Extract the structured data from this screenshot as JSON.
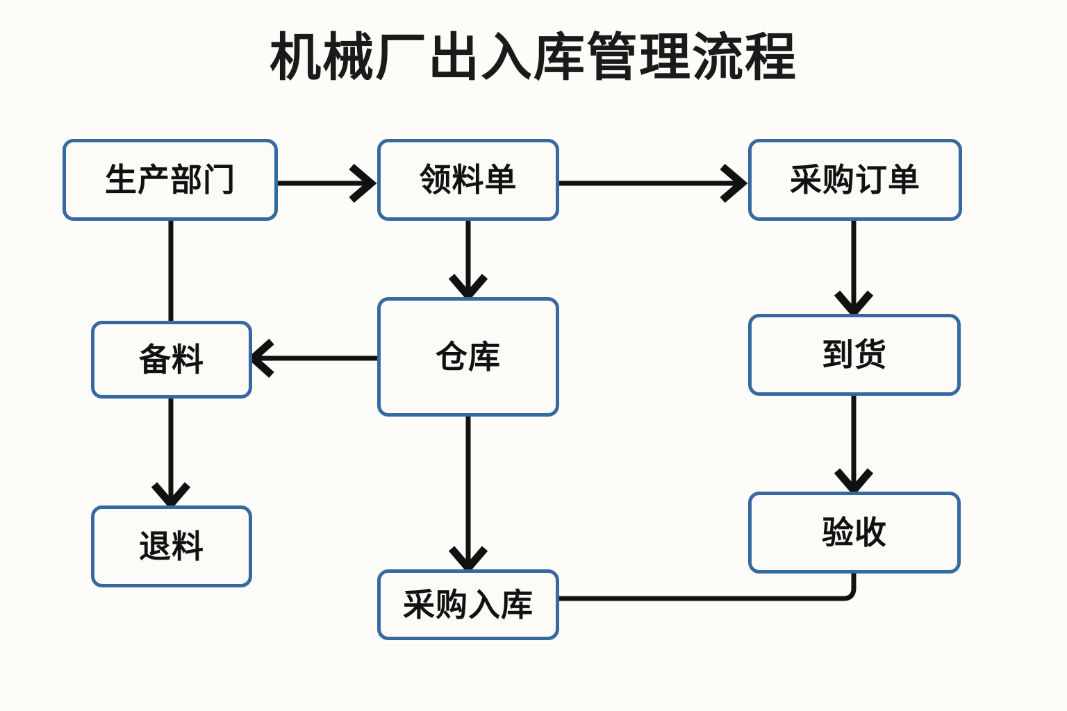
{
  "diagram": {
    "title": "机械厂出入库管理流程",
    "background_color": "#fdfcf9",
    "node_border_color": "#36699f",
    "node_fill_color": "#fcfbf8",
    "edge_color": "#111111",
    "type": "flowchart",
    "nodes": [
      {
        "id": "production-dept",
        "label": "生产部门",
        "column": "left",
        "row": 1
      },
      {
        "id": "requisition-form",
        "label": "领料单",
        "column": "center",
        "row": 1
      },
      {
        "id": "purchase-order",
        "label": "采购订单",
        "column": "right",
        "row": 1
      },
      {
        "id": "material-prep",
        "label": "备料",
        "column": "left",
        "row": 2
      },
      {
        "id": "warehouse",
        "label": "仓库",
        "column": "center",
        "row": 2
      },
      {
        "id": "goods-arrival",
        "label": "到货",
        "column": "right",
        "row": 2
      },
      {
        "id": "material-return",
        "label": "退料",
        "column": "left",
        "row": 3
      },
      {
        "id": "purchase-inbound",
        "label": "采购入库",
        "column": "center",
        "row": 3
      },
      {
        "id": "inspection",
        "label": "验收",
        "column": "right",
        "row": 3
      }
    ],
    "edges": [
      {
        "from": "production-dept",
        "to": "requisition-form",
        "arrow": true,
        "direction": "right"
      },
      {
        "from": "requisition-form",
        "to": "purchase-order",
        "arrow": true,
        "direction": "right"
      },
      {
        "from": "production-dept",
        "to": "material-prep",
        "arrow": false,
        "direction": "down"
      },
      {
        "from": "requisition-form",
        "to": "warehouse",
        "arrow": true,
        "direction": "down"
      },
      {
        "from": "purchase-order",
        "to": "goods-arrival",
        "arrow": true,
        "direction": "down"
      },
      {
        "from": "warehouse",
        "to": "material-prep",
        "arrow": true,
        "direction": "left"
      },
      {
        "from": "material-prep",
        "to": "material-return",
        "arrow": true,
        "direction": "down"
      },
      {
        "from": "warehouse",
        "to": "purchase-inbound",
        "arrow": true,
        "direction": "down"
      },
      {
        "from": "goods-arrival",
        "to": "inspection",
        "arrow": true,
        "direction": "down"
      },
      {
        "from": "inspection",
        "to": "purchase-inbound",
        "arrow": false,
        "direction": "down-then-left"
      }
    ]
  }
}
